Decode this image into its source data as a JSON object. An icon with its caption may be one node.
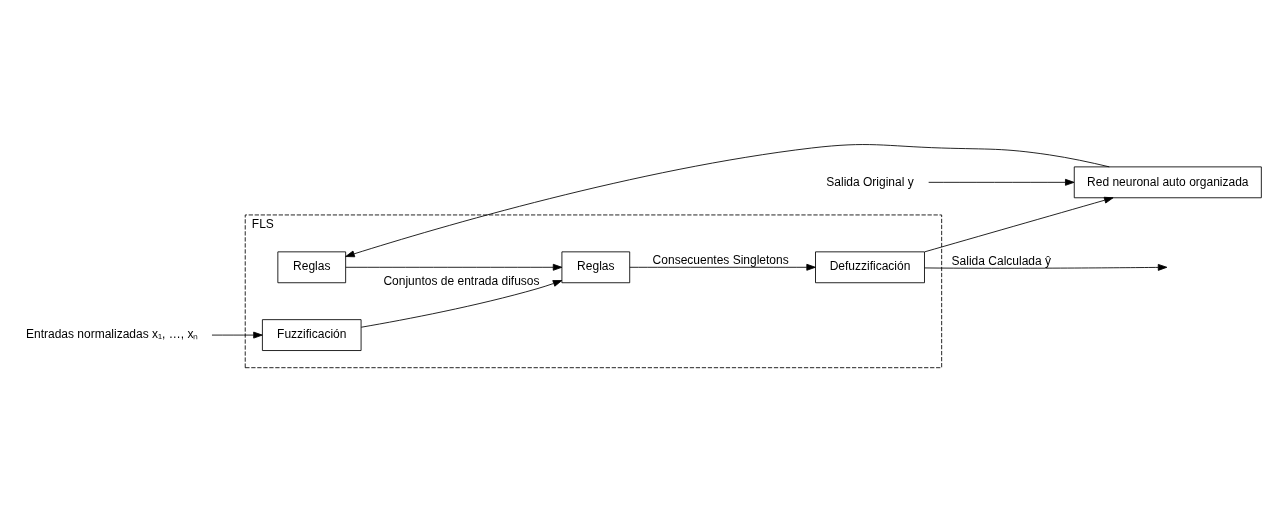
{
  "diagram": {
    "nodes": [
      {
        "text": [
          "FLS"
        ]
      },
      {
        "text": [
          "Salida Original y"
        ]
      },
      {
        "text": [
          "Red neuronal auto organizada"
        ]
      },
      {
        "text": [
          "Reglas"
        ],
        "in": 0
      },
      {
        "text": [
          "Entradas normalizadas x₁, …, xₙ"
        ]
      },
      {
        "text": [
          "Fuzzificación"
        ],
        "in": 0
      },
      {
        "text": [
          "Defuzzificación"
        ],
        "in": 0
      },
      {
        "text": [
          "Reglas"
        ],
        "in": 0
      }
    ],
    "edges": [
      {
        "from": 1,
        "to": 2,
        "arrow": "to"
      },
      {
        "from": 4,
        "to": 5,
        "arrow": "to"
      },
      {
        "from": 2,
        "to": 3,
        "arrow": "to"
      },
      {
        "from": 3,
        "to": 7,
        "arrow": "to"
      },
      {
        "from": 5,
        "to": 7,
        "arrow": "to",
        "label": "Conjuntos de entrada difusos"
      },
      {
        "from": 7,
        "to": 6,
        "arrow": "to",
        "label": "Consecuentes Singletons"
      },
      {
        "from": 6,
        "to": null,
        "arrow": "to",
        "label": "Salida Calculada ŷ"
      },
      {
        "from": 6,
        "to": 2,
        "arrow": "to"
      }
    ]
  }
}
